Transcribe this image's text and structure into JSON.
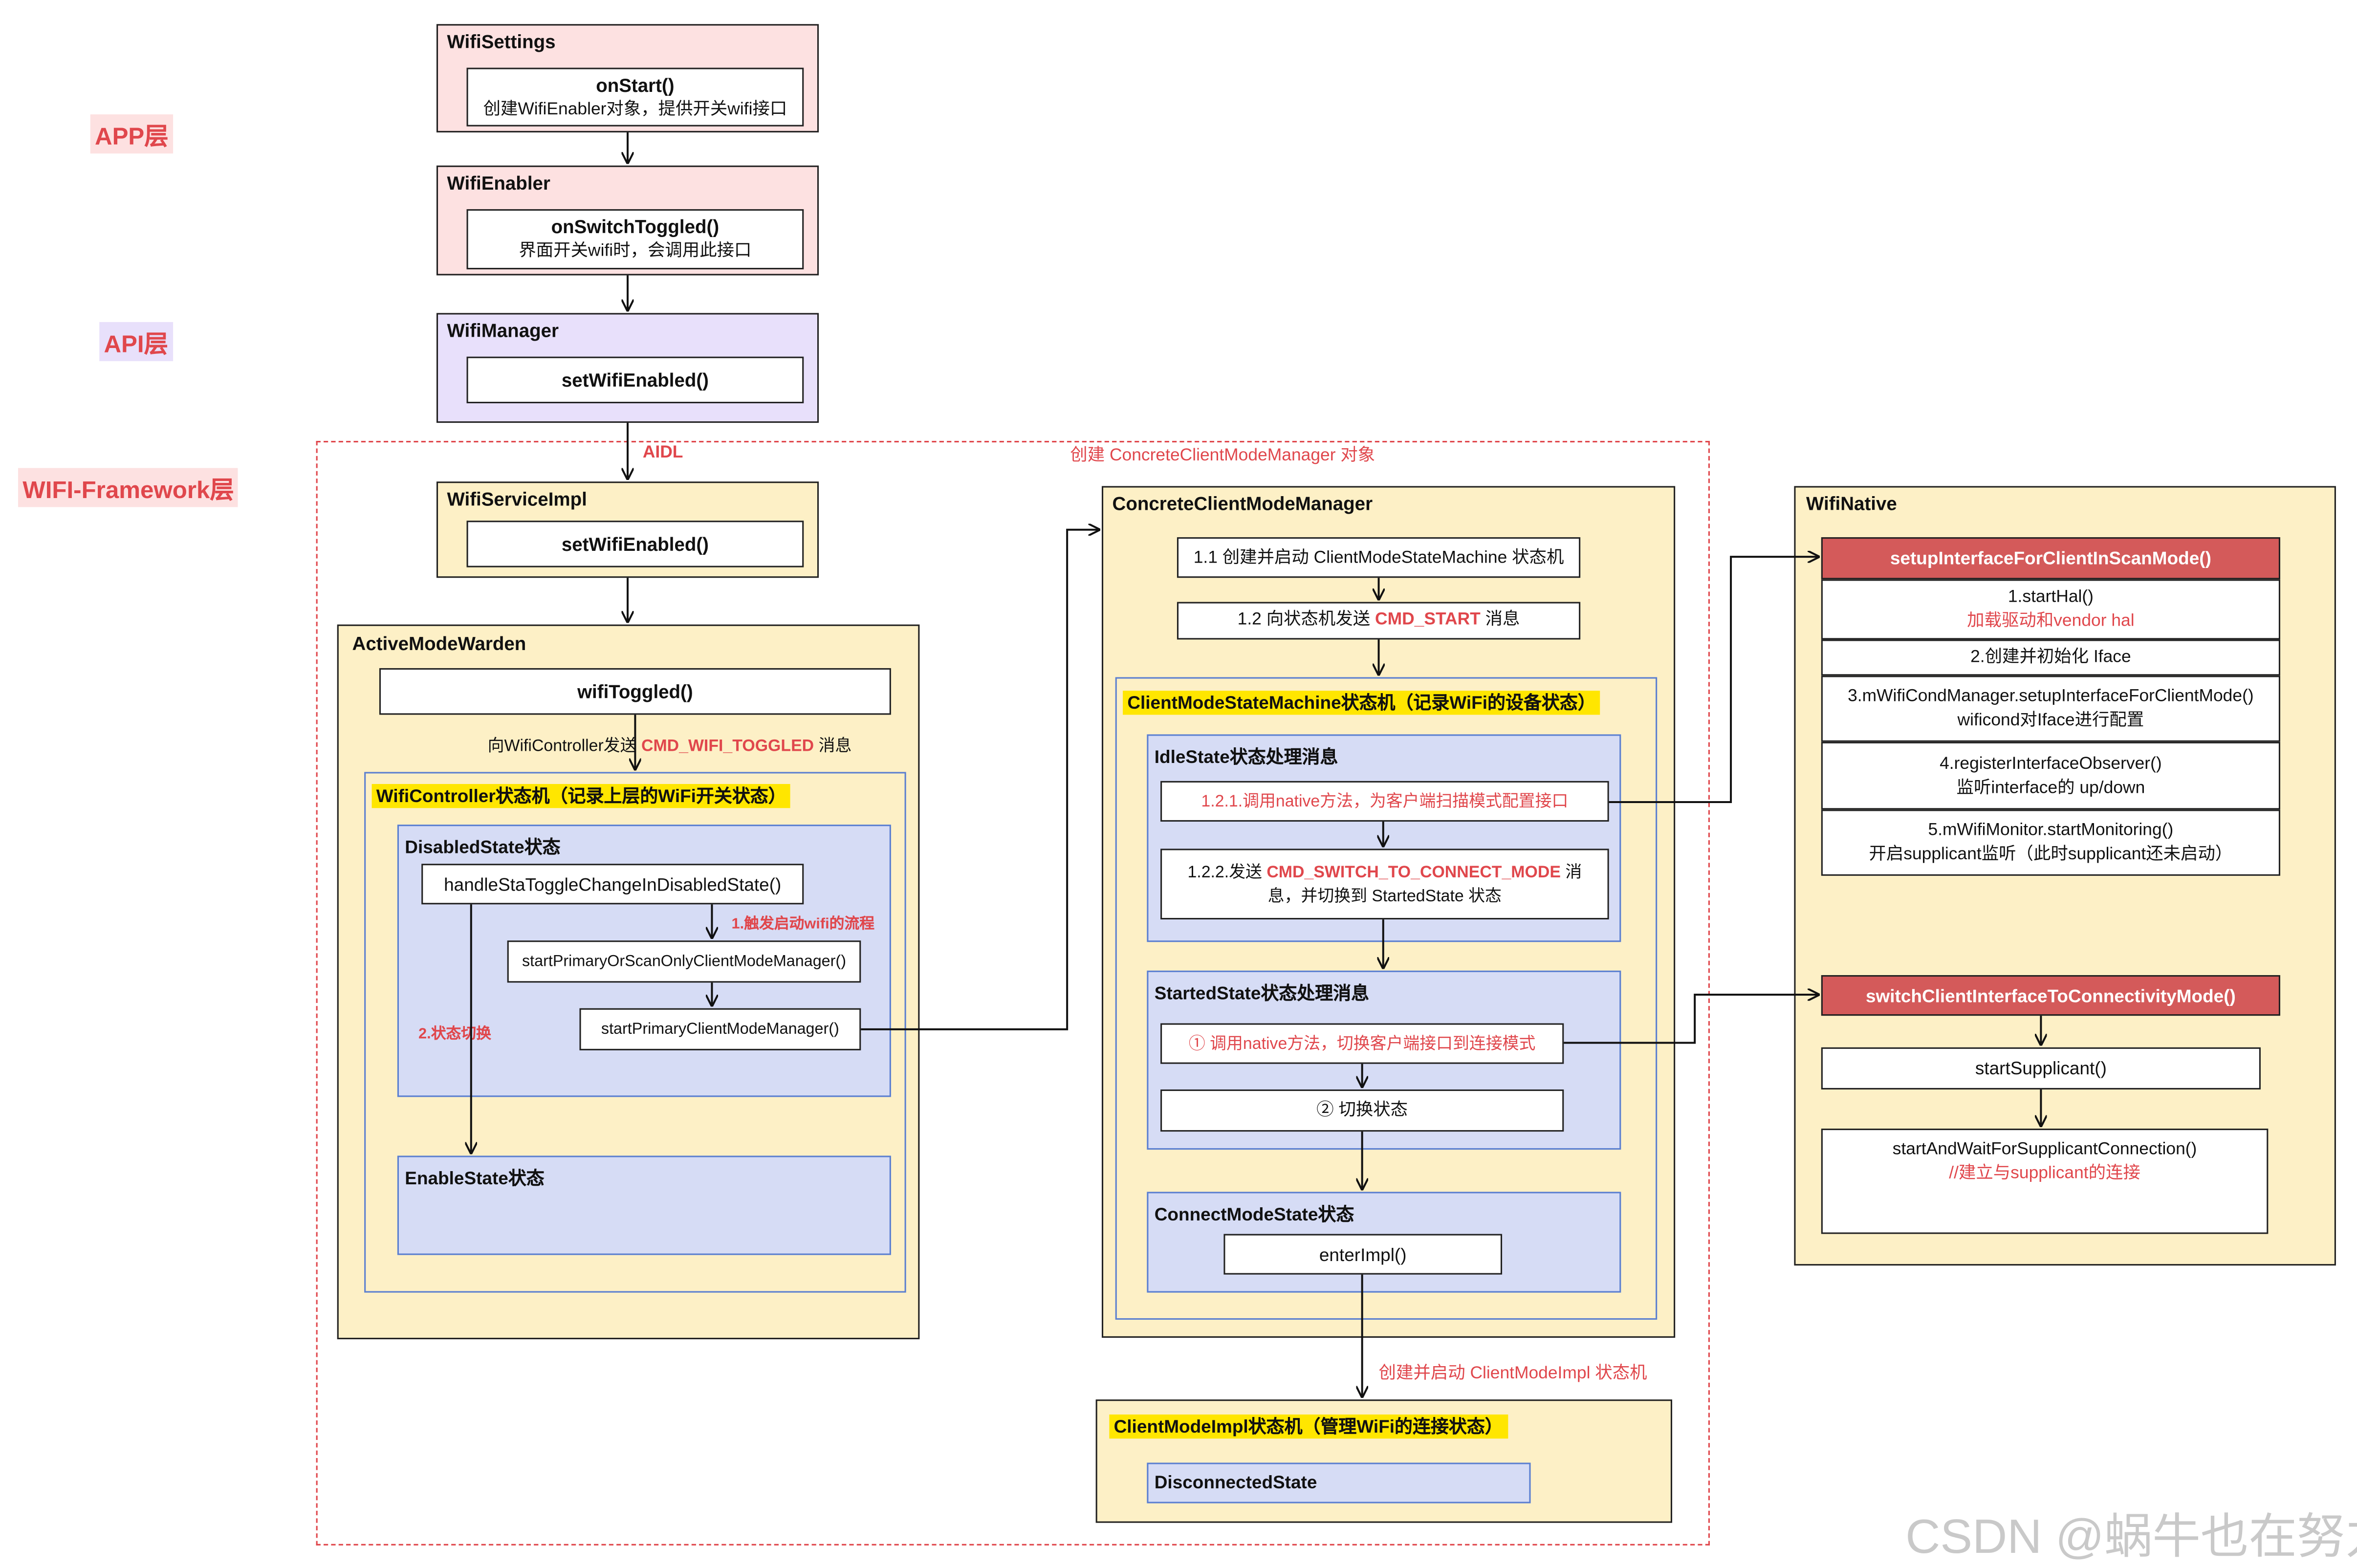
{
  "layers": {
    "app": "APP层",
    "api": "API层",
    "framework": "WIFI-Framework层"
  },
  "wifi_settings": {
    "title": "WifiSettings",
    "method": "onStart()",
    "desc": "创建WifiEnabler对象，提供开关wifi接口"
  },
  "wifi_enabler": {
    "title": "WifiEnabler",
    "method": "onSwitchToggled()",
    "desc": "界面开关wifi时，会调用此接口"
  },
  "wifi_manager": {
    "title": "WifiManager",
    "method": "setWifiEnabled()"
  },
  "aidl": "AIDL",
  "framework_note": "创建 ConcreteClientModeManager 对象",
  "wifi_service_impl": {
    "title": "WifiServiceImpl",
    "method": "setWifiEnabled()"
  },
  "active_mode_warden": {
    "title": "ActiveModeWarden",
    "method": "wifiToggled()",
    "msg_prefix": "向WifiController发送 ",
    "msg_cmd": "CMD_WIFI_TOGGLED",
    "msg_suffix": " 消息",
    "wifi_controller_title": "WifiController状态机（记录上层的WiFi开关状态）",
    "disabled_state": {
      "title": "DisabledState状态",
      "handler": "handleStaToggleChangeInDisabledState()",
      "flow1_label": "1.触发启动wifi的流程",
      "method1": "startPrimaryOrScanOnlyClientModeManager()",
      "method2": "startPrimaryClientModeManager()",
      "flow2_label": "2.状态切换"
    },
    "enable_state": {
      "title": "EnableState状态"
    }
  },
  "ccmm": {
    "title": "ConcreteClientModeManager",
    "step1": "1.1 创建并启动 ClientModeStateMachine 状态机",
    "step2_prefix": "1.2 向状态机发送 ",
    "step2_cmd": "CMD_START",
    "step2_suffix": " 消息",
    "csm_title": "ClientModeStateMachine状态机（记录WiFi的设备状态）",
    "idle": {
      "title": "IdleState状态处理消息",
      "a": "1.2.1.调用native方法，为客户端扫描模式配置接口",
      "b_prefix": "1.2.2.发送 ",
      "b_cmd": "CMD_SWITCH_TO_CONNECT_MODE",
      "b_suffix": " 消",
      "b_line2": "息，并切换到 StartedState 状态"
    },
    "started": {
      "title": "StartedState状态处理消息",
      "a": "① 调用native方法，切换客户端接口到连接模式",
      "b": "② 切换状态"
    },
    "connect_mode": {
      "title": "ConnectModeState状态",
      "method": "enterImpl()"
    },
    "create_impl_note": "创建并启动 ClientModeImpl 状态机"
  },
  "client_mode_impl": {
    "title": "ClientModeImpl状态机（管理WiFi的连接状态）",
    "state": "DisconnectedState"
  },
  "wifi_native": {
    "title": "WifiNative",
    "setup_header": "setupInterfaceForClientInScanMode()",
    "steps": [
      {
        "line1": "1.startHal()",
        "line2": "加载驱动和vendor hal"
      },
      {
        "line1": "2.创建并初始化 Iface",
        "line2": ""
      },
      {
        "line1": "3.mWifiCondManager.setupInterfaceForClientMode()",
        "line2": "wificond对Iface进行配置"
      },
      {
        "line1": "4.registerInterfaceObserver()",
        "line2": "监听interface的 up/down"
      },
      {
        "line1": "5.mWifiMonitor.startMonitoring()",
        "line2": "开启supplicant监听（此时supplicant还未启动）"
      }
    ],
    "switch_header": "switchClientInterfaceToConnectivityMode()",
    "start_supplicant": "startSupplicant()",
    "wait_line1": "startAndWaitForSupplicantConnection()",
    "wait_line2": "//建立与supplicant的连接"
  },
  "watermark": "CSDN @蜗牛也在努力",
  "colors": {
    "accent_red": "#e0474c",
    "header_red": "#d45a5a",
    "highlight": "#ffe600",
    "state_blue": "#d6dcf5",
    "cream": "#fdf0c6"
  }
}
